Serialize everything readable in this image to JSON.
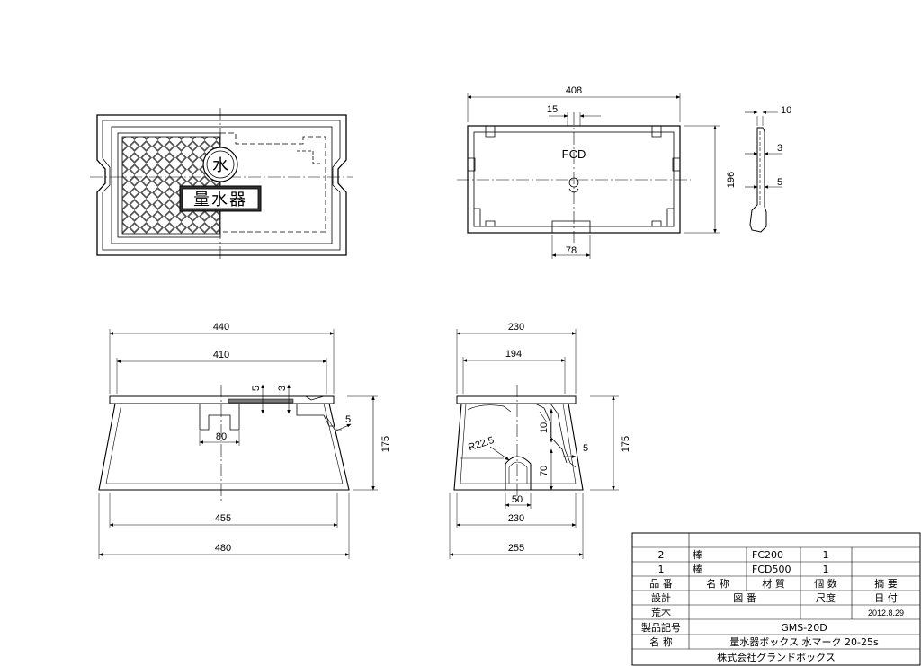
{
  "plan_view": {
    "cover_text": "量水器",
    "emblem_text": "水"
  },
  "body_top_view": {
    "label": "FCD",
    "dims": {
      "width": "408",
      "slot": "15",
      "height": "196",
      "notch": "78"
    }
  },
  "lid_section": {
    "dims": {
      "top": "10",
      "mid": "3",
      "low": "5"
    }
  },
  "front_view": {
    "dims": {
      "top_outer": "440",
      "top_inner": "410",
      "lip_a": "5",
      "lip_b": "3",
      "step": "5",
      "height": "175",
      "notch": "80",
      "bottom_inner": "455",
      "bottom_outer": "480"
    }
  },
  "side_view": {
    "dims": {
      "top_outer": "230",
      "top_inner": "194",
      "radius": "R22.5",
      "rib_top": "10",
      "rib_h": "70",
      "wall": "5",
      "height": "175",
      "opening": "50",
      "base_inner": "230",
      "base_outer": "255"
    }
  },
  "title_block": {
    "parts": [
      {
        "no": "2",
        "name": "棒",
        "material": "FC200",
        "qty": "1",
        "note": ""
      },
      {
        "no": "1",
        "name": "棒",
        "material": "FCD500",
        "qty": "1",
        "note": ""
      }
    ],
    "header": {
      "no": "品 番",
      "name": "名 称",
      "material": "材 質",
      "qty": "個 数",
      "note": "摘 要"
    },
    "design_label": "設計",
    "drawing_no_label": "図 番",
    "scale_label": "尺度",
    "date_label": "日 付",
    "designer": "荒木",
    "date": "2012.8.29",
    "product_code_label": "製品記号",
    "product_code": "GMS-20D",
    "product_name_label": "名 称",
    "product_name": "量水器ボックス 水マーク 20-25s",
    "company": "株式会社グランドボックス"
  }
}
